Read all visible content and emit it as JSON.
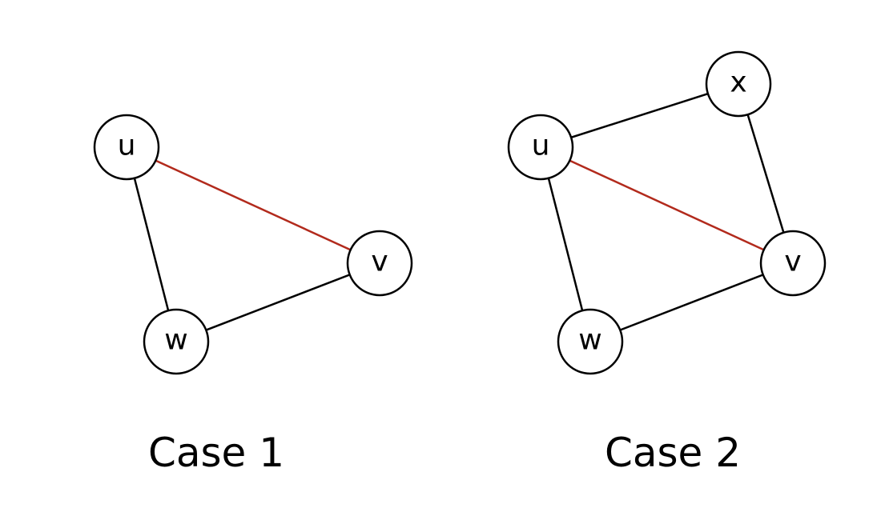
{
  "colors": {
    "edge": "#000000",
    "highlight_edge": "#b22a1c",
    "node_fill": "#ffffff",
    "node_stroke": "#000000",
    "text": "#000000"
  },
  "cases": [
    {
      "label": "Case 1",
      "nodes": [
        {
          "id": "u",
          "label": "u"
        },
        {
          "id": "v",
          "label": "v"
        },
        {
          "id": "w",
          "label": "w"
        }
      ],
      "edges": [
        {
          "from": "u",
          "to": "v",
          "highlight": true
        },
        {
          "from": "u",
          "to": "w",
          "highlight": false
        },
        {
          "from": "w",
          "to": "v",
          "highlight": false
        }
      ]
    },
    {
      "label": "Case 2",
      "nodes": [
        {
          "id": "u",
          "label": "u"
        },
        {
          "id": "x",
          "label": "x"
        },
        {
          "id": "v",
          "label": "v"
        },
        {
          "id": "w",
          "label": "w"
        }
      ],
      "edges": [
        {
          "from": "u",
          "to": "v",
          "highlight": true
        },
        {
          "from": "u",
          "to": "x",
          "highlight": false
        },
        {
          "from": "x",
          "to": "v",
          "highlight": false
        },
        {
          "from": "u",
          "to": "w",
          "highlight": false
        },
        {
          "from": "w",
          "to": "v",
          "highlight": false
        }
      ]
    }
  ]
}
